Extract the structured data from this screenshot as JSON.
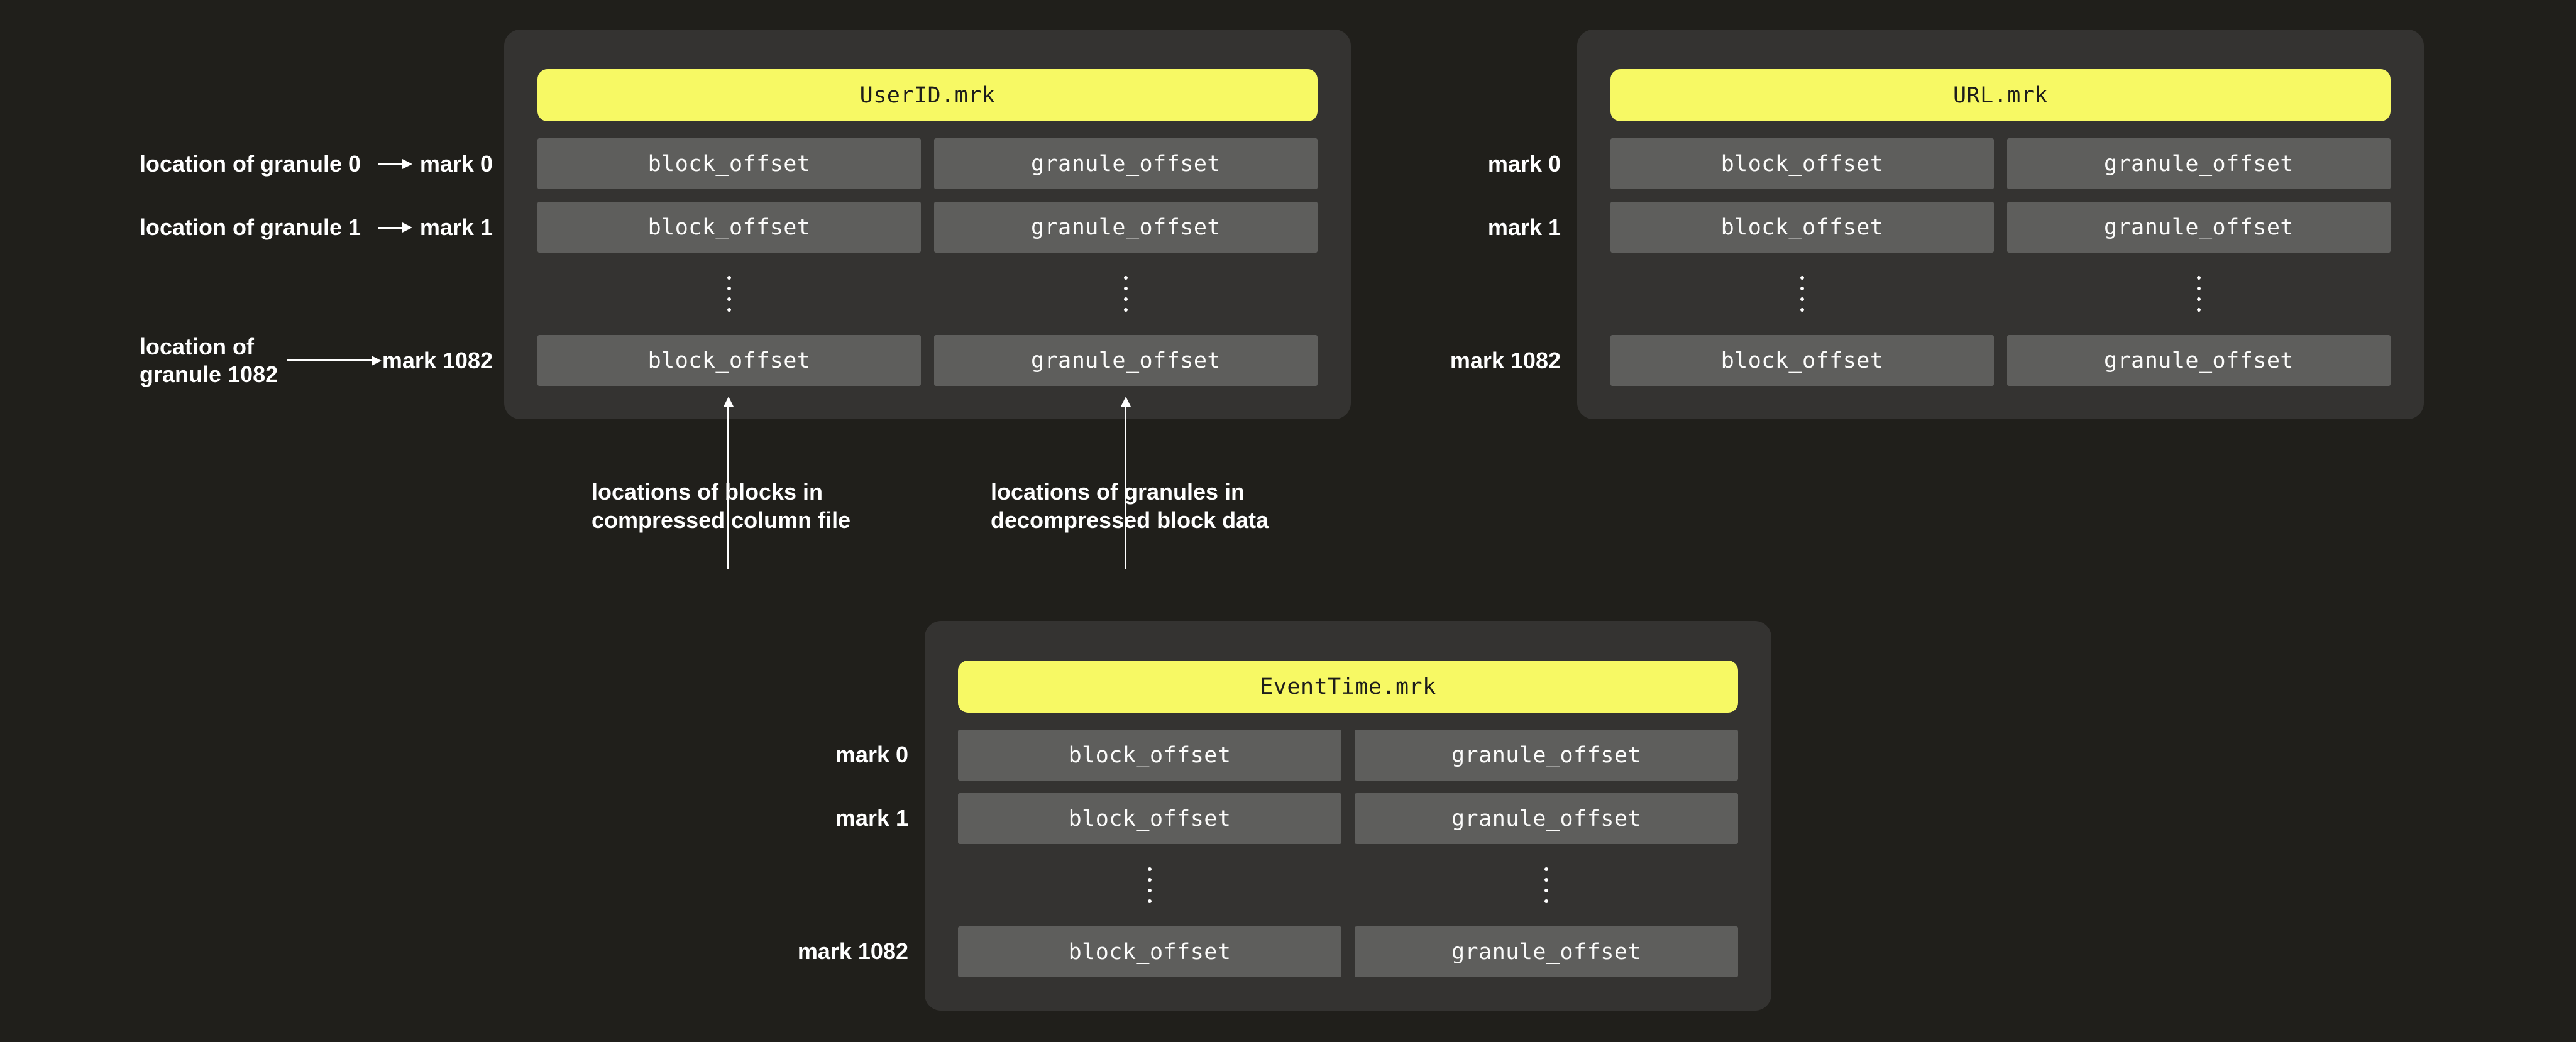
{
  "colors": {
    "background": "#201f1b",
    "panel": "#343331",
    "cell": "#5e5e5c",
    "header_accent": "#f7f964",
    "header_text": "#1d1d1b",
    "text": "#ffffff"
  },
  "cells": {
    "block": "block_offset",
    "granule": "granule_offset"
  },
  "panels": [
    {
      "title": "UserID.mrk"
    },
    {
      "title": "URL.mrk"
    },
    {
      "title": "EventTime.mrk"
    }
  ],
  "marks": {
    "m0": "mark 0",
    "m1": "mark 1",
    "m1082": "mark 1082"
  },
  "annotations": {
    "granule0": "location of granule 0",
    "granule1": "location of granule 1",
    "granule1082_l1": "location of",
    "granule1082_l2": "granule 1082",
    "blocks_l1": "locations of blocks in",
    "blocks_l2": "compressed column file",
    "granules_l1": "locations of granules in",
    "granules_l2": "decompressed block data"
  }
}
